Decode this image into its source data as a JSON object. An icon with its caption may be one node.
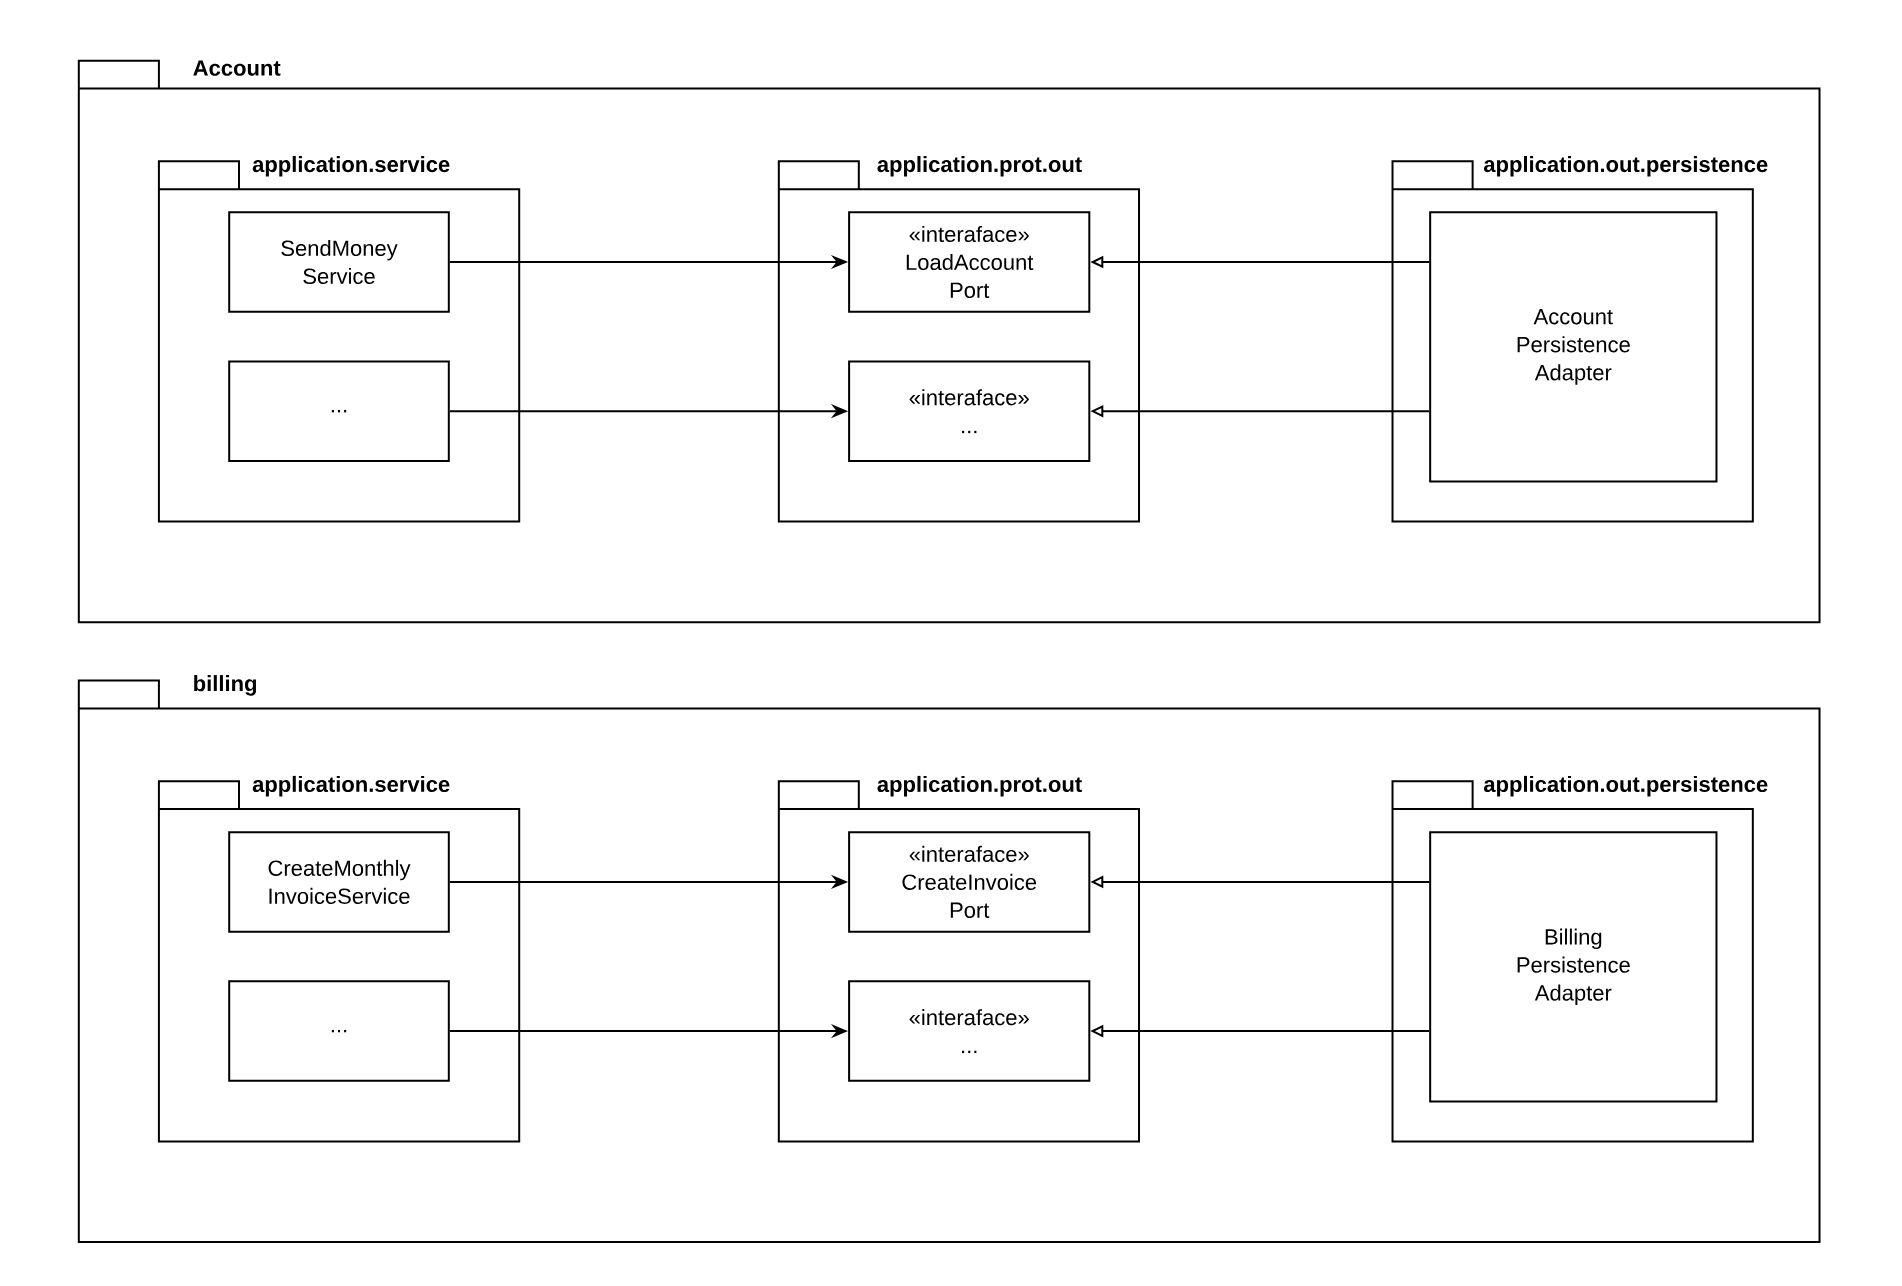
{
  "diagram": {
    "nodes": [
      {
        "text": [
          "Account"
        ]
      },
      {
        "text": [
          "application.service"
        ],
        "in": 0
      },
      {
        "text": [
          "SendMoney Service"
        ],
        "in": 1
      },
      {
        "text": [
          "..."
        ],
        "in": 1
      },
      {
        "text": [
          "application.prot.out"
        ],
        "in": 0
      },
      {
        "text": [
          "«interaface»",
          "LoadAccount Port"
        ],
        "in": 4
      },
      {
        "text": [
          "«interaface»",
          "..."
        ],
        "in": 4
      },
      {
        "text": [
          "application.out.persistence"
        ],
        "in": 0
      },
      {
        "text": [
          "Account Persistence Adapter"
        ],
        "in": 7
      },
      {
        "text": [
          "billing"
        ]
      },
      {
        "text": [
          "application.service"
        ],
        "in": 9
      },
      {
        "text": [
          "CreateMonthly InvoiceService"
        ],
        "in": 10
      },
      {
        "text": [
          "..."
        ],
        "in": 10
      },
      {
        "text": [
          "application.prot.out"
        ],
        "in": 9
      },
      {
        "text": [
          "«interaface»",
          "CreateInvoice Port"
        ],
        "in": 13
      },
      {
        "text": [
          "«interaface»",
          "..."
        ],
        "in": 13
      },
      {
        "text": [
          "application.out.persistence"
        ],
        "in": 9
      },
      {
        "text": [
          "Billing Persistence Adapter"
        ],
        "in": 16
      }
    ],
    "edges": [
      {
        "from": 2,
        "to": 5,
        "arrow": "to"
      },
      {
        "from": 3,
        "to": 6,
        "arrow": "to"
      },
      {
        "from": 8,
        "to": 5,
        "arrow": "to"
      },
      {
        "from": 8,
        "to": 6,
        "arrow": "to"
      },
      {
        "from": 11,
        "to": 14,
        "arrow": "to"
      },
      {
        "from": 12,
        "to": 15,
        "arrow": "to"
      },
      {
        "from": 17,
        "to": 14,
        "arrow": "to"
      },
      {
        "from": 17,
        "to": 15,
        "arrow": "to"
      }
    ]
  }
}
